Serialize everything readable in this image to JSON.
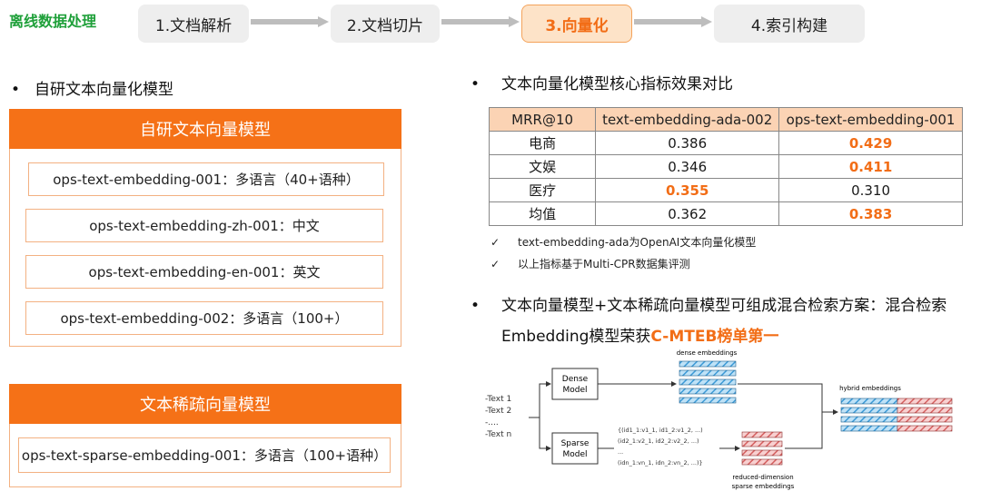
{
  "header": {
    "brand": "离线数据处理",
    "steps": [
      {
        "label": "1.文档解析",
        "active": false
      },
      {
        "label": "2.文档切片",
        "active": false
      },
      {
        "label": "3.向量化",
        "active": true
      },
      {
        "label": "4.索引构建",
        "active": false
      }
    ]
  },
  "left": {
    "bullet": "自研文本向量化模型",
    "dense_panel": {
      "title": "自研文本向量模型",
      "items": [
        "ops-text-embedding-001：多语言（40+语种）",
        "ops-text-embedding-zh-001：中文",
        "ops-text-embedding-en-001：英文",
        "ops-text-embedding-002：多语言（100+）"
      ]
    },
    "sparse_panel": {
      "title": "文本稀疏向量模型",
      "items": [
        "ops-text-sparse-embedding-001：多语言（100+语种）"
      ]
    }
  },
  "right": {
    "bullet1": "文本向量化模型核心指标效果对比",
    "table": {
      "headers": [
        "MRR@10",
        "text-embedding-ada-002",
        "ops-text-embedding-001"
      ],
      "rows": [
        {
          "name": "电商",
          "ada": "0.386",
          "ops": "0.429",
          "best": "ops"
        },
        {
          "name": "文娱",
          "ada": "0.346",
          "ops": "0.411",
          "best": "ops"
        },
        {
          "name": "医疗",
          "ada": "0.355",
          "ops": "0.310",
          "best": "ada"
        },
        {
          "name": "均值",
          "ada": "0.362",
          "ops": "0.383",
          "best": "ops"
        }
      ]
    },
    "notes": [
      "text-embedding-ada为OpenAI文本向量化模型",
      "以上指标基于Multi-CPR数据集评测"
    ],
    "bullet2_line1": "文本向量模型+文本稀疏向量模型可组成混合检索方案：混合检索",
    "bullet2_line2_prefix": "Embedding模型荣获",
    "bullet2_line2_highlight": "C-MTEB榜单第一",
    "diagram": {
      "inputs": [
        "-Text 1",
        "-Text 2",
        "-....",
        "-Text n"
      ],
      "dense_model": [
        "Dense",
        "Model"
      ],
      "sparse_model": [
        "Sparse",
        "Model"
      ],
      "dense_label": "dense embeddings",
      "hybrid_label": "hybrid embeddings",
      "sparse_tuples": [
        "{(id1_1:v1_1, id1_2:v1_2, ...)",
        "(id2_1:v2_1, id2_2:v2_2, ...)",
        "...",
        "(idn_1:vn_1, idn_2:vn_2, ...)}"
      ],
      "sparse_label_1": "reduced-dimension",
      "sparse_label_2": "sparse embeddings"
    }
  },
  "colors": {
    "accent": "#f57117",
    "brand": "#1fa03a",
    "dense": "#3d9ad6",
    "sparse": "#e07a7a"
  }
}
